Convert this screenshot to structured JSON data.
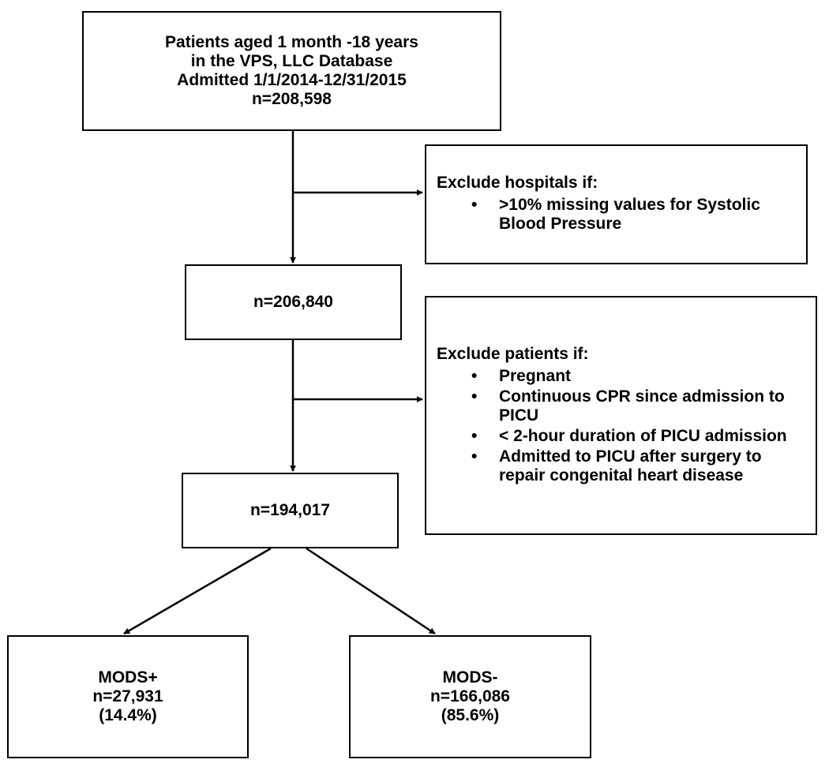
{
  "flowchart": {
    "start": {
      "lines": [
        "Patients aged 1 month -18 years",
        "in the VPS, LLC Database",
        "Admitted 1/1/2014-12/31/2015",
        "n=208,598"
      ]
    },
    "exclude_hospitals": {
      "title": "Exclude hospitals if:",
      "bullet": "•",
      "items": [
        ">10% missing values for Systolic Blood Pressure"
      ]
    },
    "after_hospital_exclusion": {
      "label": "n=206,840"
    },
    "exclude_patients": {
      "title": "Exclude patients if:",
      "bullet": "•",
      "items": [
        "Pregnant",
        "Continuous CPR since admission to PICU",
        "< 2-hour duration of PICU admission",
        "Admitted to PICU after surgery to repair congenital heart disease"
      ]
    },
    "after_patient_exclusion": {
      "label": "n=194,017"
    },
    "mods_positive": {
      "lines": [
        "MODS+",
        "n=27,931",
        "(14.4%)"
      ]
    },
    "mods_negative": {
      "lines": [
        "MODS-",
        "n=166,086",
        "(85.6%)"
      ]
    }
  }
}
